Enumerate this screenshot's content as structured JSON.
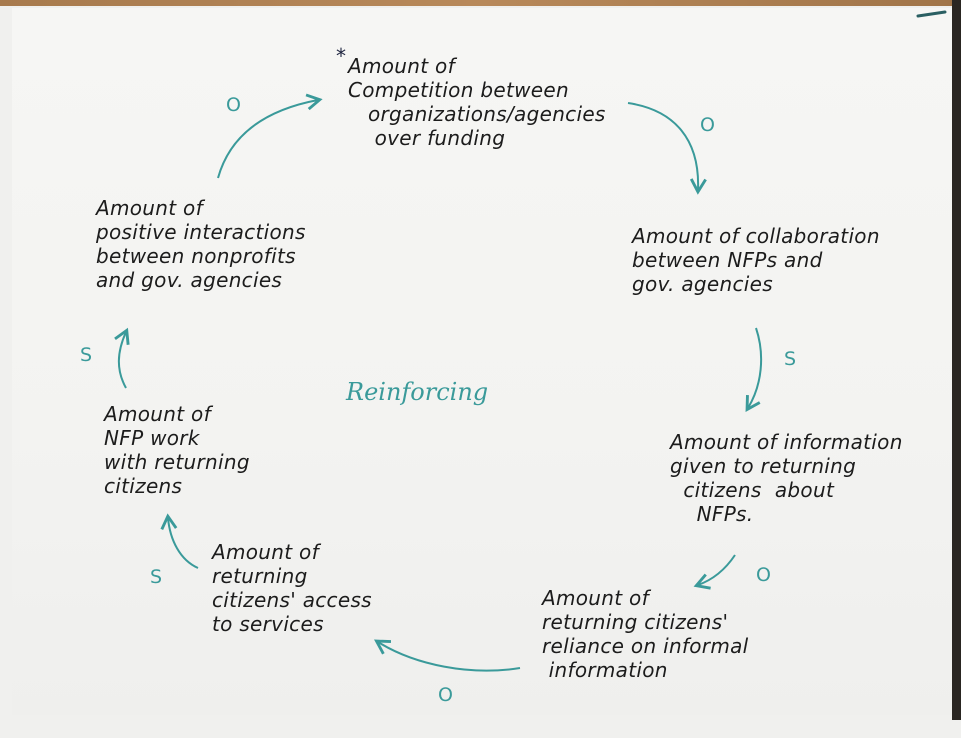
{
  "diagram": {
    "type": "causal-loop",
    "loop_label": "Reinforcing",
    "asterisk": "*",
    "nodes": [
      {
        "id": "competition",
        "text": "Amount of\nCompetition between\n   organizations/agencies\n    over funding"
      },
      {
        "id": "collaboration",
        "text": "Amount of collaboration\nbetween NFPs and\ngov. agencies"
      },
      {
        "id": "information",
        "text": "Amount of information\ngiven to returning\n  citizens  about\n    NFPs."
      },
      {
        "id": "reliance",
        "text": "Amount of\nreturning citizens'\nreliance on informal\n information"
      },
      {
        "id": "access",
        "text": "Amount of\nreturning\ncitizens' access\nto services"
      },
      {
        "id": "nfp_work",
        "text": "Amount of\nNFP work\nwith returning\ncitizens"
      },
      {
        "id": "interactions",
        "text": "Amount of\npositive interactions\nbetween nonprofits\nand gov. agencies"
      }
    ],
    "links": [
      {
        "from": "competition",
        "to": "collaboration",
        "polarity": "O"
      },
      {
        "from": "collaboration",
        "to": "information",
        "polarity": "S"
      },
      {
        "from": "information",
        "to": "reliance",
        "polarity": "O"
      },
      {
        "from": "reliance",
        "to": "access",
        "polarity": "O"
      },
      {
        "from": "access",
        "to": "nfp_work",
        "polarity": "S"
      },
      {
        "from": "nfp_work",
        "to": "interactions",
        "polarity": "S"
      },
      {
        "from": "interactions",
        "to": "competition",
        "polarity": "O"
      }
    ],
    "colors": {
      "ink": "#1c1c1c",
      "arrow": "#3a9a9a"
    }
  }
}
